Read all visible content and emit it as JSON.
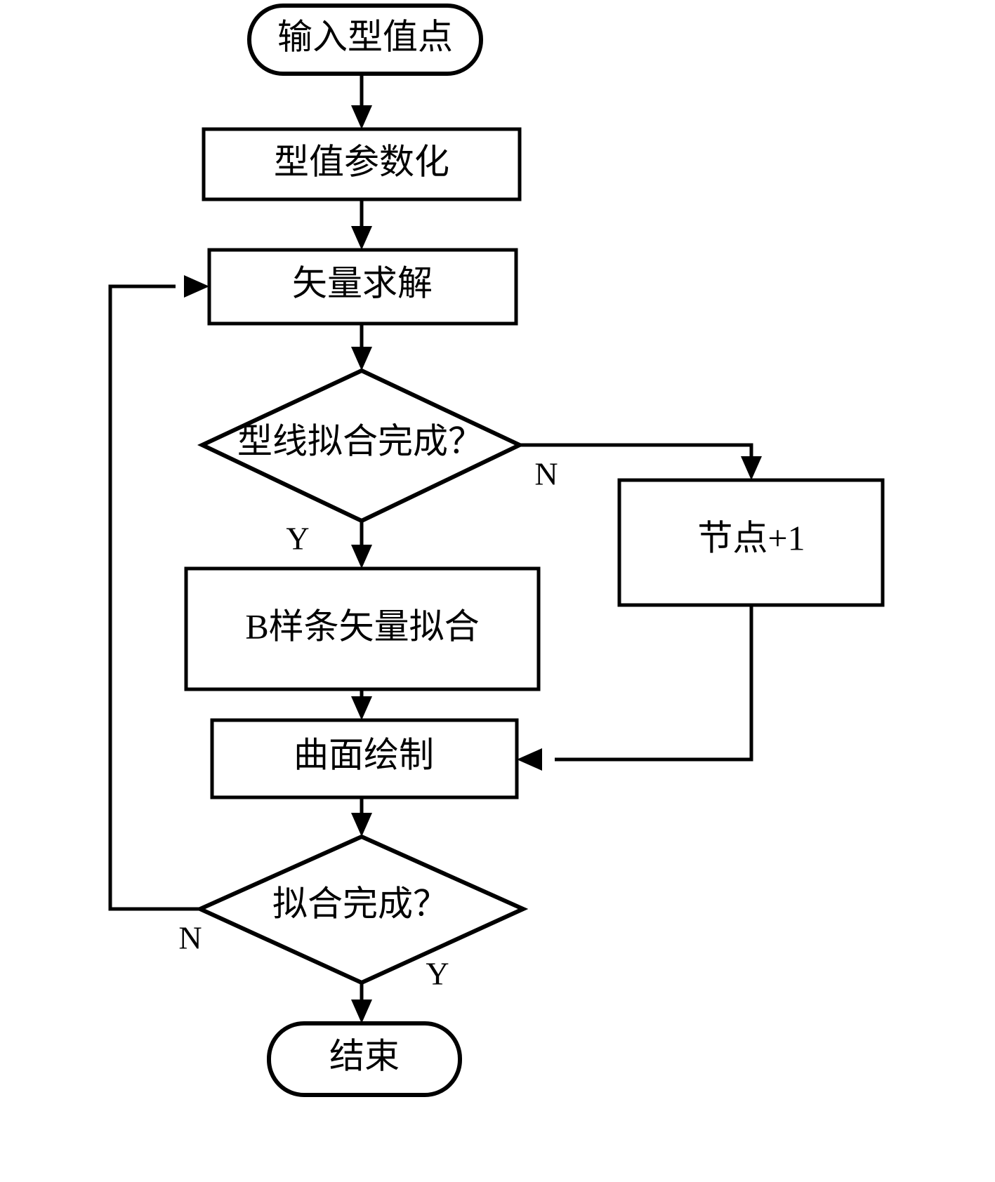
{
  "diagram": {
    "type": "flowchart",
    "orientation": "top-to-bottom",
    "language": "zh-CN",
    "colors": {
      "background": "#ffffff",
      "stroke": "#000000",
      "text": "#000000",
      "fill": "#ffffff"
    },
    "nodes": [
      {
        "id": "start",
        "shape": "terminal",
        "label": "输入型值点"
      },
      {
        "id": "param",
        "shape": "process",
        "label": "型值参数化"
      },
      {
        "id": "vector",
        "shape": "process",
        "label": "矢量求解"
      },
      {
        "id": "decision1",
        "shape": "decision",
        "label": "型线拟合完成？"
      },
      {
        "id": "knot",
        "shape": "process",
        "label": "节点+1"
      },
      {
        "id": "bspline",
        "shape": "process",
        "label": "B样条矢量拟合"
      },
      {
        "id": "surface",
        "shape": "process",
        "label": "曲面绘制"
      },
      {
        "id": "decision2",
        "shape": "decision",
        "label": "拟合完成？"
      },
      {
        "id": "end",
        "shape": "terminal",
        "label": "结束"
      }
    ],
    "edges": [
      {
        "from": "start",
        "to": "param",
        "label": ""
      },
      {
        "from": "param",
        "to": "vector",
        "label": ""
      },
      {
        "from": "vector",
        "to": "decision1",
        "label": ""
      },
      {
        "from": "decision1",
        "to": "knot",
        "label": "N"
      },
      {
        "from": "decision1",
        "to": "bspline",
        "label": "Y"
      },
      {
        "from": "knot",
        "to": "surface",
        "label": ""
      },
      {
        "from": "bspline",
        "to": "surface",
        "label": ""
      },
      {
        "from": "surface",
        "to": "decision2",
        "label": ""
      },
      {
        "from": "decision2",
        "to": "vector",
        "label": "N"
      },
      {
        "from": "decision2",
        "to": "end",
        "label": "Y"
      }
    ],
    "branch_labels": {
      "d1_no": "N",
      "d1_yes": "Y",
      "d2_no": "N",
      "d2_yes": "Y"
    }
  }
}
